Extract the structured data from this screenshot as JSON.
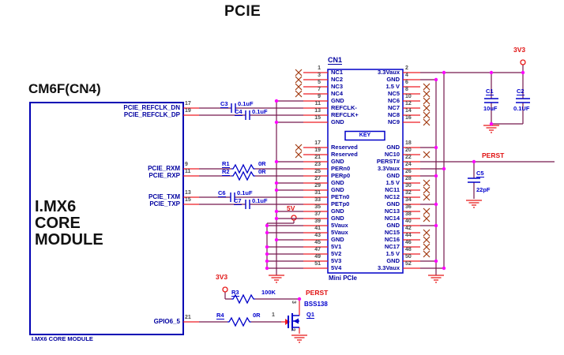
{
  "title": "PCIE",
  "module": {
    "title": "CM6F(CN4)",
    "body_lines": [
      "I.MX6",
      "CORE",
      "MODULE"
    ],
    "caption": "I.MX6 CORE MODULE",
    "pins": [
      {
        "num": "17",
        "label": "PCIE_REFCLK_DN"
      },
      {
        "num": "19",
        "label": "PCIE_REFCLK_DP"
      },
      {
        "num": "9",
        "label": "PCIE_RXM"
      },
      {
        "num": "11",
        "label": "PCIE_RXP"
      },
      {
        "num": "13",
        "label": "PCIE_TXM"
      },
      {
        "num": "15",
        "label": "PCIE_TXP"
      },
      {
        "num": "21",
        "label": "GPIO6_5"
      }
    ]
  },
  "connector": {
    "designator": "CN1",
    "type_label": "Mini PCIe",
    "key_label": "KEY",
    "left_pins": [
      {
        "num": "1",
        "label": "NC1",
        "conn": "x"
      },
      {
        "num": "3",
        "label": "NC2",
        "conn": "x"
      },
      {
        "num": "5",
        "label": "NC3",
        "conn": "x"
      },
      {
        "num": "7",
        "label": "NC4",
        "conn": "x"
      },
      {
        "num": "9",
        "label": "GND",
        "conn": "gnd"
      },
      {
        "num": "11",
        "label": "REFCLK-",
        "conn": "wire"
      },
      {
        "num": "13",
        "label": "REFCLK+",
        "conn": "wire"
      },
      {
        "num": "15",
        "label": "GND",
        "conn": "gnd"
      },
      {
        "num": "17",
        "label": "Reserved",
        "conn": "x"
      },
      {
        "num": "19",
        "label": "Reserved",
        "conn": "x"
      },
      {
        "num": "21",
        "label": "GND",
        "conn": "gnd"
      },
      {
        "num": "23",
        "label": "PERn0",
        "conn": "wire"
      },
      {
        "num": "25",
        "label": "PERp0",
        "conn": "wire"
      },
      {
        "num": "27",
        "label": "GND",
        "conn": "gnd"
      },
      {
        "num": "29",
        "label": "GND",
        "conn": "gnd"
      },
      {
        "num": "31",
        "label": "PETn0",
        "conn": "wire"
      },
      {
        "num": "33",
        "label": "PETp0",
        "conn": "wire"
      },
      {
        "num": "35",
        "label": "GND",
        "conn": "gnd"
      },
      {
        "num": "37",
        "label": "GND",
        "conn": "gnd"
      },
      {
        "num": "39",
        "label": "5Vaux",
        "conn": "v5"
      },
      {
        "num": "41",
        "label": "5Vaux",
        "conn": "v5"
      },
      {
        "num": "43",
        "label": "GND",
        "conn": "gnd"
      },
      {
        "num": "45",
        "label": "5V1",
        "conn": "v5"
      },
      {
        "num": "47",
        "label": "5V2",
        "conn": "v5"
      },
      {
        "num": "49",
        "label": "5V3",
        "conn": "v5"
      },
      {
        "num": "51",
        "label": "5V4",
        "conn": "v5"
      }
    ],
    "right_pins": [
      {
        "num": "2",
        "label": "3.3Vaux",
        "conn": "wire"
      },
      {
        "num": "4",
        "label": "GND",
        "conn": "gnd"
      },
      {
        "num": "6",
        "label": "1.5 V",
        "conn": "x"
      },
      {
        "num": "8",
        "label": "NC5",
        "conn": "x"
      },
      {
        "num": "10",
        "label": "NC6",
        "conn": "x"
      },
      {
        "num": "12",
        "label": "NC7",
        "conn": "x"
      },
      {
        "num": "14",
        "label": "NC8",
        "conn": "x"
      },
      {
        "num": "16",
        "label": "NC9",
        "conn": "x"
      },
      {
        "num": "18",
        "label": "GND",
        "conn": "gnd"
      },
      {
        "num": "20",
        "label": "NC10",
        "conn": "x"
      },
      {
        "num": "22",
        "label": "PERST#",
        "conn": "wire"
      },
      {
        "num": "24",
        "label": "3.3Vaux",
        "conn": "vaux"
      },
      {
        "num": "26",
        "label": "GND",
        "conn": "gnd"
      },
      {
        "num": "28",
        "label": "1.5 V",
        "conn": "x"
      },
      {
        "num": "30",
        "label": "NC11",
        "conn": "x"
      },
      {
        "num": "32",
        "label": "NC12",
        "conn": "x"
      },
      {
        "num": "34",
        "label": "GND",
        "conn": "gnd"
      },
      {
        "num": "36",
        "label": "NC13",
        "conn": "x"
      },
      {
        "num": "38",
        "label": "NC14",
        "conn": "x"
      },
      {
        "num": "40",
        "label": "GND",
        "conn": "gnd"
      },
      {
        "num": "42",
        "label": "NC15",
        "conn": "x"
      },
      {
        "num": "44",
        "label": "NC16",
        "conn": "x"
      },
      {
        "num": "46",
        "label": "NC17",
        "conn": "x"
      },
      {
        "num": "48",
        "label": "1.5 V",
        "conn": "x"
      },
      {
        "num": "50",
        "label": "GND",
        "conn": "gnd"
      },
      {
        "num": "52",
        "label": "3.3Vaux",
        "conn": "vaux"
      }
    ]
  },
  "components": {
    "C1": {
      "designator": "C1",
      "value": "10uF"
    },
    "C2": {
      "designator": "C2",
      "value": "0.1UF"
    },
    "C3": {
      "designator": "C3",
      "value": "0.1uF"
    },
    "C4": {
      "designator": "C4",
      "value": "0.1uF"
    },
    "C5": {
      "designator": "C5",
      "value": "22pF"
    },
    "C6": {
      "designator": "C6",
      "value": "0.1uF"
    },
    "C7": {
      "designator": "C7",
      "value": "0.1uF"
    },
    "R1": {
      "designator": "R1",
      "value": "0R"
    },
    "R2": {
      "designator": "R2",
      "value": "0R"
    },
    "R3": {
      "designator": "R3",
      "value": "100K"
    },
    "R4": {
      "designator": "R4",
      "value": "0R"
    },
    "Q1": {
      "designator": "Q1",
      "value": "BSS138",
      "pin_drain": "3",
      "pin_gate": "1",
      "pin_source": "2"
    }
  },
  "power": {
    "rail_3v3_top": "3V3",
    "rail_3v3_bottom": "3V3",
    "rail_5v": "5V"
  },
  "nets": {
    "perst_right": "PERST",
    "perst_bottom": "PERST"
  },
  "colors": {
    "wire": "#76194D",
    "pin": "#ED1C24",
    "symbol_blue": "#0000C8",
    "text_navy": "#0000A0",
    "net_red": "#E01010",
    "junction_dot": "#FF00FF",
    "no_connect_x": "#A33C12"
  }
}
